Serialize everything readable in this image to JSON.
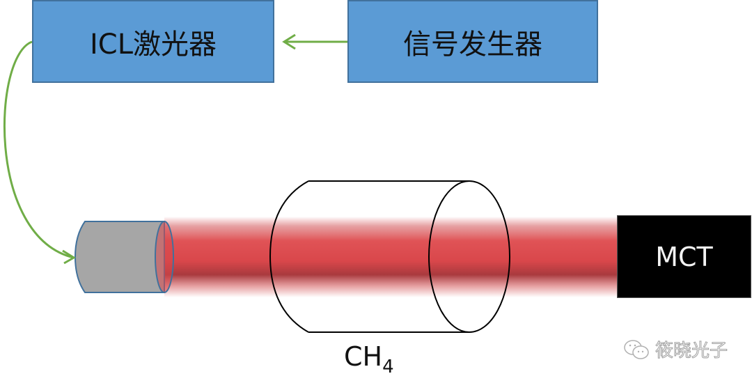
{
  "diagram": {
    "laser": {
      "label": "ICL激光器"
    },
    "signal_generator": {
      "label": "信号发生器"
    },
    "detector": {
      "label": "MCT"
    },
    "gas_cell": {
      "label_main": "CH",
      "label_sub": "4"
    },
    "watermark": {
      "text": "筱晓光子",
      "icon": "wechat-icon"
    },
    "colors": {
      "box_fill": "#5b9bd5",
      "box_border": "#41719c",
      "arrow": "#70ad47",
      "beam": "#d9444a",
      "beam_core": "#a93a3e",
      "collimator_fill": "#a6a6a6",
      "collimator_border": "#41719c",
      "detector_fill": "#000000"
    }
  }
}
